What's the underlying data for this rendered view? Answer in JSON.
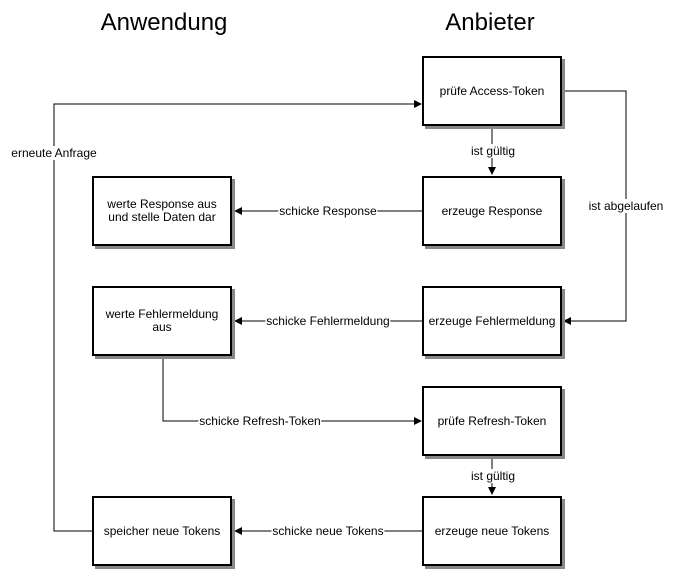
{
  "columns": {
    "app": "Anwendung",
    "provider": "Anbieter"
  },
  "nodes": {
    "check_access": "prüfe Access-Token",
    "create_response": "erzeuge Response",
    "eval_response": "werte Response aus und stelle Daten dar",
    "create_error": "erzeuge Fehlermeldung",
    "eval_error": "werte Fehlermeldung aus",
    "check_refresh": "prüfe Refresh-Token",
    "create_tokens": "erzeuge neue Tokens",
    "store_tokens": "speicher neue Tokens"
  },
  "edges": {
    "valid_1": "ist gültig",
    "expired": "ist abgelaufen",
    "send_response": "schicke Response",
    "send_error": "schicke Fehlermeldung",
    "send_refresh": "schicke Refresh-Token",
    "valid_2": "ist gültig",
    "send_tokens": "schicke neue Tokens",
    "retry": "erneute Anfrage"
  },
  "colors": {
    "line": "#000000",
    "shadow": "#888888"
  }
}
